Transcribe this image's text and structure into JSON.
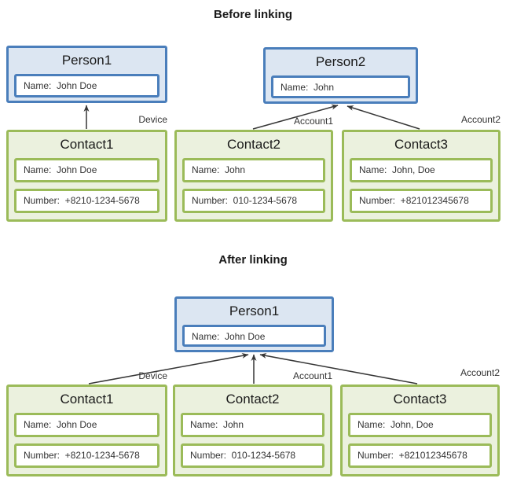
{
  "colors": {
    "blue_border": "#4a7ebb",
    "blue_fill": "#dce6f2",
    "green_border": "#9bbb59",
    "green_fill": "#ebf1de",
    "arrow": "#363636"
  },
  "sections": [
    {
      "title": "Before linking",
      "persons": [
        {
          "title": "Person1",
          "name": "Name:  John Doe"
        },
        {
          "title": "Person2",
          "name": "Name:  John"
        }
      ],
      "contacts": [
        {
          "title": "Contact1",
          "tag": "Device",
          "name": "Name:  John Doe",
          "number": "Number:  +8210-1234-5678"
        },
        {
          "title": "Contact2",
          "tag": "Account1",
          "name": "Name:  John",
          "number": "Number:  010-1234-5678"
        },
        {
          "title": "Contact3",
          "tag": "Account2",
          "name": "Name:  John, Doe",
          "number": "Number:  +821012345678"
        }
      ]
    },
    {
      "title": "After linking",
      "persons": [
        {
          "title": "Person1",
          "name": "Name:  John Doe"
        }
      ],
      "contacts": [
        {
          "title": "Contact1",
          "tag": "Device",
          "name": "Name:  John Doe",
          "number": "Number:  +8210-1234-5678"
        },
        {
          "title": "Contact2",
          "tag": "Account1",
          "name": "Name:  John",
          "number": "Number:  010-1234-5678"
        },
        {
          "title": "Contact3",
          "tag": "Account2",
          "name": "Name:  John, Doe",
          "number": "Number:  +821012345678"
        }
      ]
    }
  ]
}
